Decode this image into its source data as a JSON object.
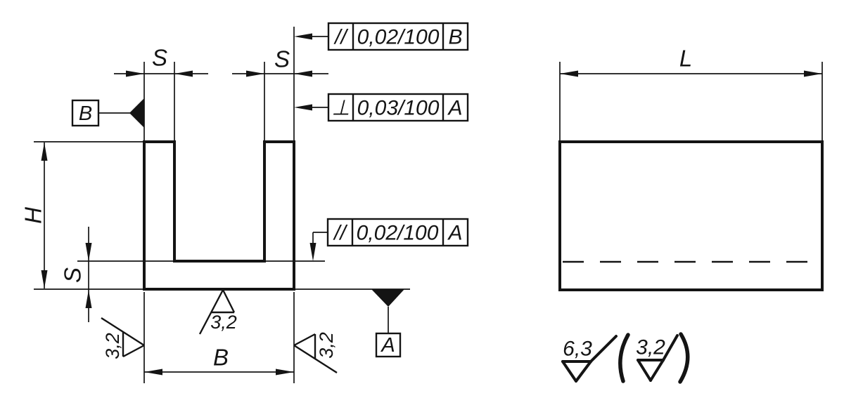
{
  "colors": {
    "line": "#141414",
    "background": "#ffffff"
  },
  "front_view": {
    "dim_wall_thickness_left": "S",
    "dim_wall_thickness_right": "S",
    "dim_height": "H",
    "dim_base_thickness": "S",
    "dim_width": "B",
    "datum_left": "B",
    "datum_bottom": "A",
    "roughness_bottom": "3,2",
    "roughness_left_wall": "3,2",
    "roughness_right_wall": "3,2"
  },
  "side_view": {
    "dim_length": "L"
  },
  "feature_control_frames": [
    {
      "symbol": "//",
      "tolerance": "0,02/100",
      "datum": "B"
    },
    {
      "symbol": "⊥",
      "tolerance": "0,03/100",
      "datum": "A"
    },
    {
      "symbol": "//",
      "tolerance": "0,02/100",
      "datum": "A"
    }
  ],
  "general_surface_note": {
    "primary": "6,3",
    "exception": "3,2"
  }
}
